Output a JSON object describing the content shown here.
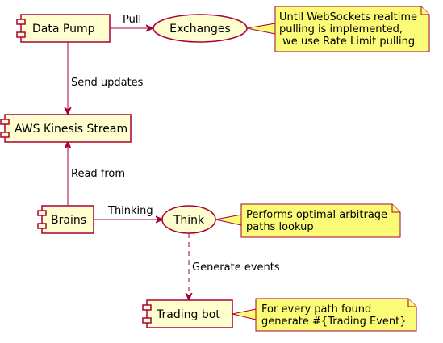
{
  "colors": {
    "node_fill": "#FEFECE",
    "node_stroke": "#A80036",
    "note_fill": "#FBFB77",
    "note_stroke": "#A80036",
    "arrow": "#A80036"
  },
  "nodes": {
    "data_pump": "Data Pump",
    "exchanges": "Exchanges",
    "kinesis": "AWS Kinesis Stream",
    "brains": "Brains",
    "think": "Think",
    "trading_bot": "Trading bot"
  },
  "edges": {
    "pull": "Pull",
    "send_updates": "Send updates",
    "read_from": "Read from",
    "thinking": "Thinking",
    "generate_events": "Generate events"
  },
  "notes": {
    "websockets": [
      "Until WebSockets realtime",
      "pulling is implemented,",
      " we use Rate Limit pulling"
    ],
    "arbitrage": [
      "Performs optimal arbitrage",
      "paths lookup"
    ],
    "trading": [
      "For every path found",
      "generate #{Trading Event}"
    ]
  }
}
